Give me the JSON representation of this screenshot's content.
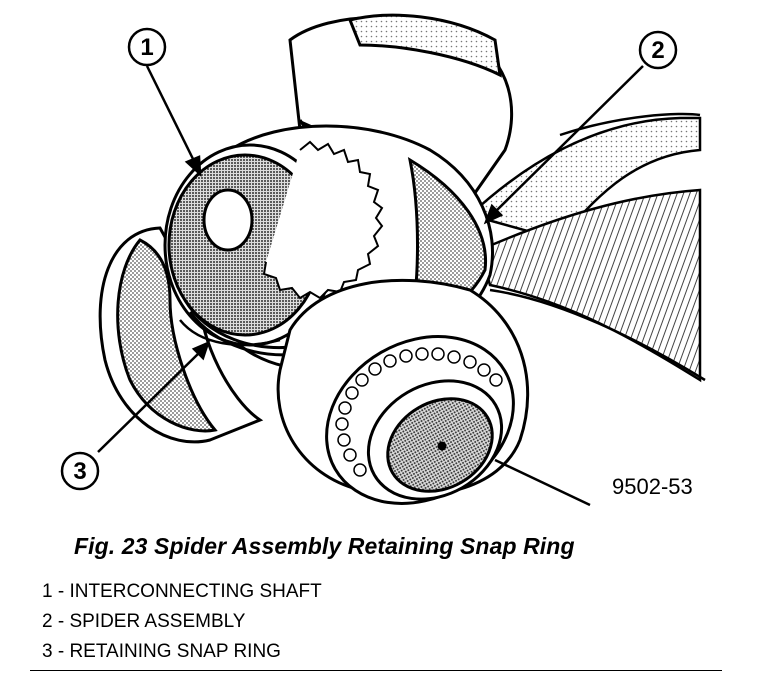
{
  "figure": {
    "callouts": [
      "1",
      "2",
      "3"
    ],
    "figure_code": "9502-53"
  },
  "caption": "Fig. 23 Spider Assembly Retaining Snap Ring",
  "legend": [
    "1 - INTERCONNECTING SHAFT",
    "2 - SPIDER ASSEMBLY",
    "3 - RETAINING SNAP RING"
  ]
}
